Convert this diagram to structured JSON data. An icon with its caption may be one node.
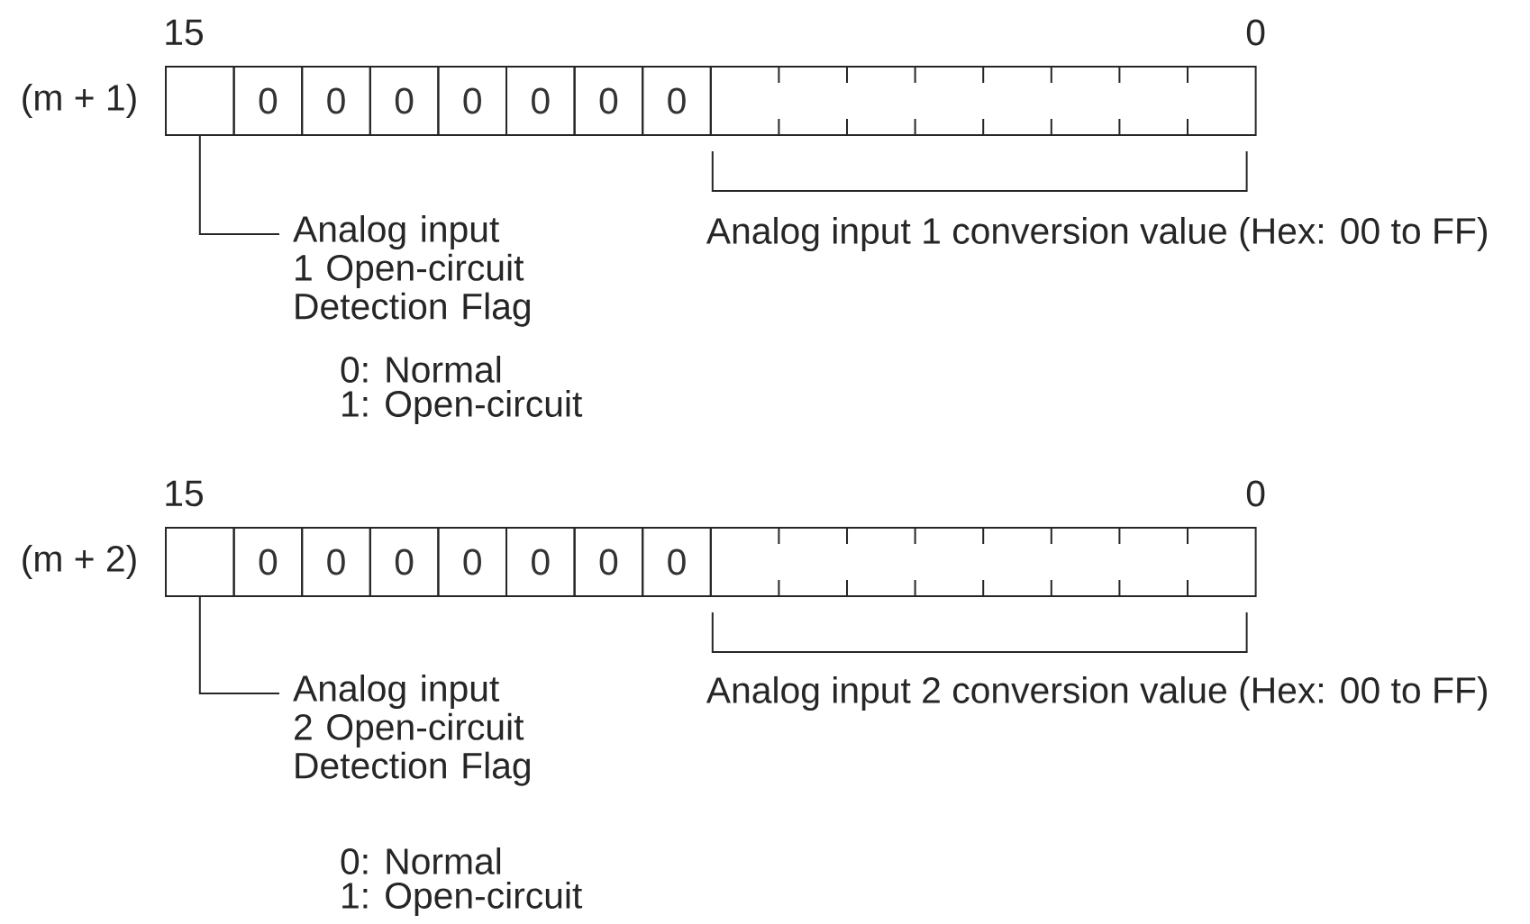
{
  "diagram": {
    "nodes": [
      {
        "text": [],
        "shape": "box"
      },
      {
        "text": [
          "Analog input 1 Open-circuit Detection Flag"
        ],
        "beside": [
          "0: Normal",
          "1: Open-circuit"
        ]
      },
      {
        "text": [],
        "shape": "box"
      },
      {
        "text": [
          "Analog input 2 Open-circuit Detection Flag"
        ],
        "beside": [
          "0: Normal",
          "1: Open-circuit"
        ]
      }
    ],
    "edges": [
      {
        "from": 1,
        "to": 0,
        "arrow": "none"
      },
      {
        "from": 3,
        "to": 2,
        "arrow": "none"
      }
    ],
    "labels": [
      "15",
      "0",
      "(m + 1)",
      "0",
      "0",
      "0",
      "0",
      "0",
      "0",
      "0",
      "Analog input 1 conversion value (Hex: 00 to FF)",
      "15",
      "0",
      "(m + 2)",
      "0",
      "0",
      "0",
      "0",
      "0",
      "0",
      "0",
      "Analog input 2 conversion value (Hex: 00 to FF)"
    ]
  }
}
